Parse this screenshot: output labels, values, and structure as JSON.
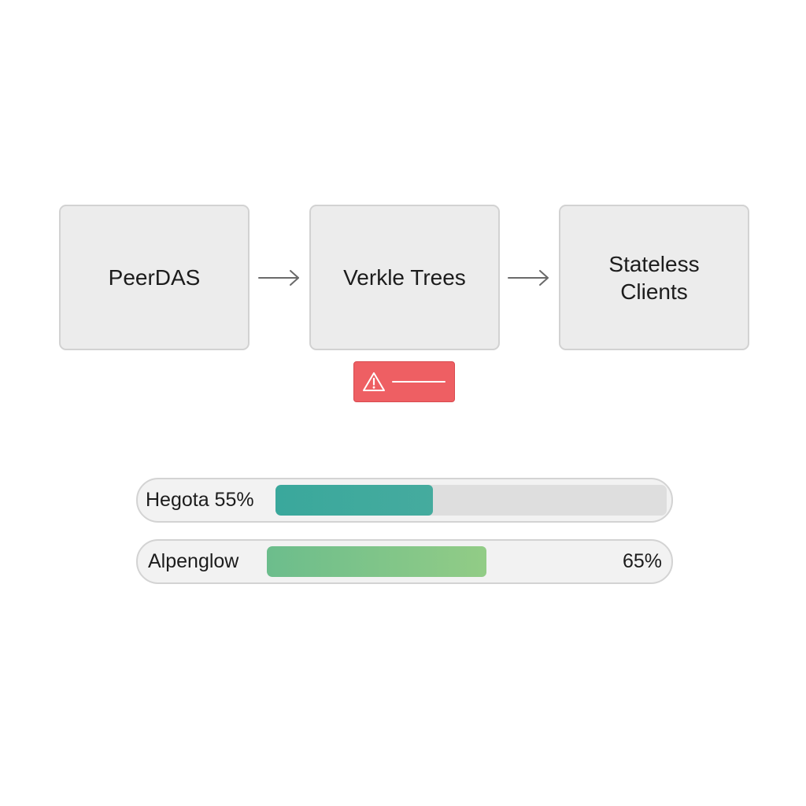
{
  "flow": {
    "stages": [
      {
        "label": "PeerDAS"
      },
      {
        "label": "Verkle Trees"
      },
      {
        "label": "Stateless\nClients"
      }
    ],
    "arrow_icon": "arrow-right-icon",
    "warning": {
      "icon": "warning-triangle-icon",
      "color": "#ee5f63"
    }
  },
  "progress": [
    {
      "name": "Hegota",
      "label": "Hegota 55%",
      "value": 0.55,
      "color_start": "#3aa89c",
      "color_end": "#45ab9e"
    },
    {
      "name": "Alpenglow",
      "label": "Alpenglow",
      "percent_text": "65%",
      "value": 0.65,
      "color_start": "#6cbd8c",
      "color_end": "#92cc86"
    }
  ]
}
